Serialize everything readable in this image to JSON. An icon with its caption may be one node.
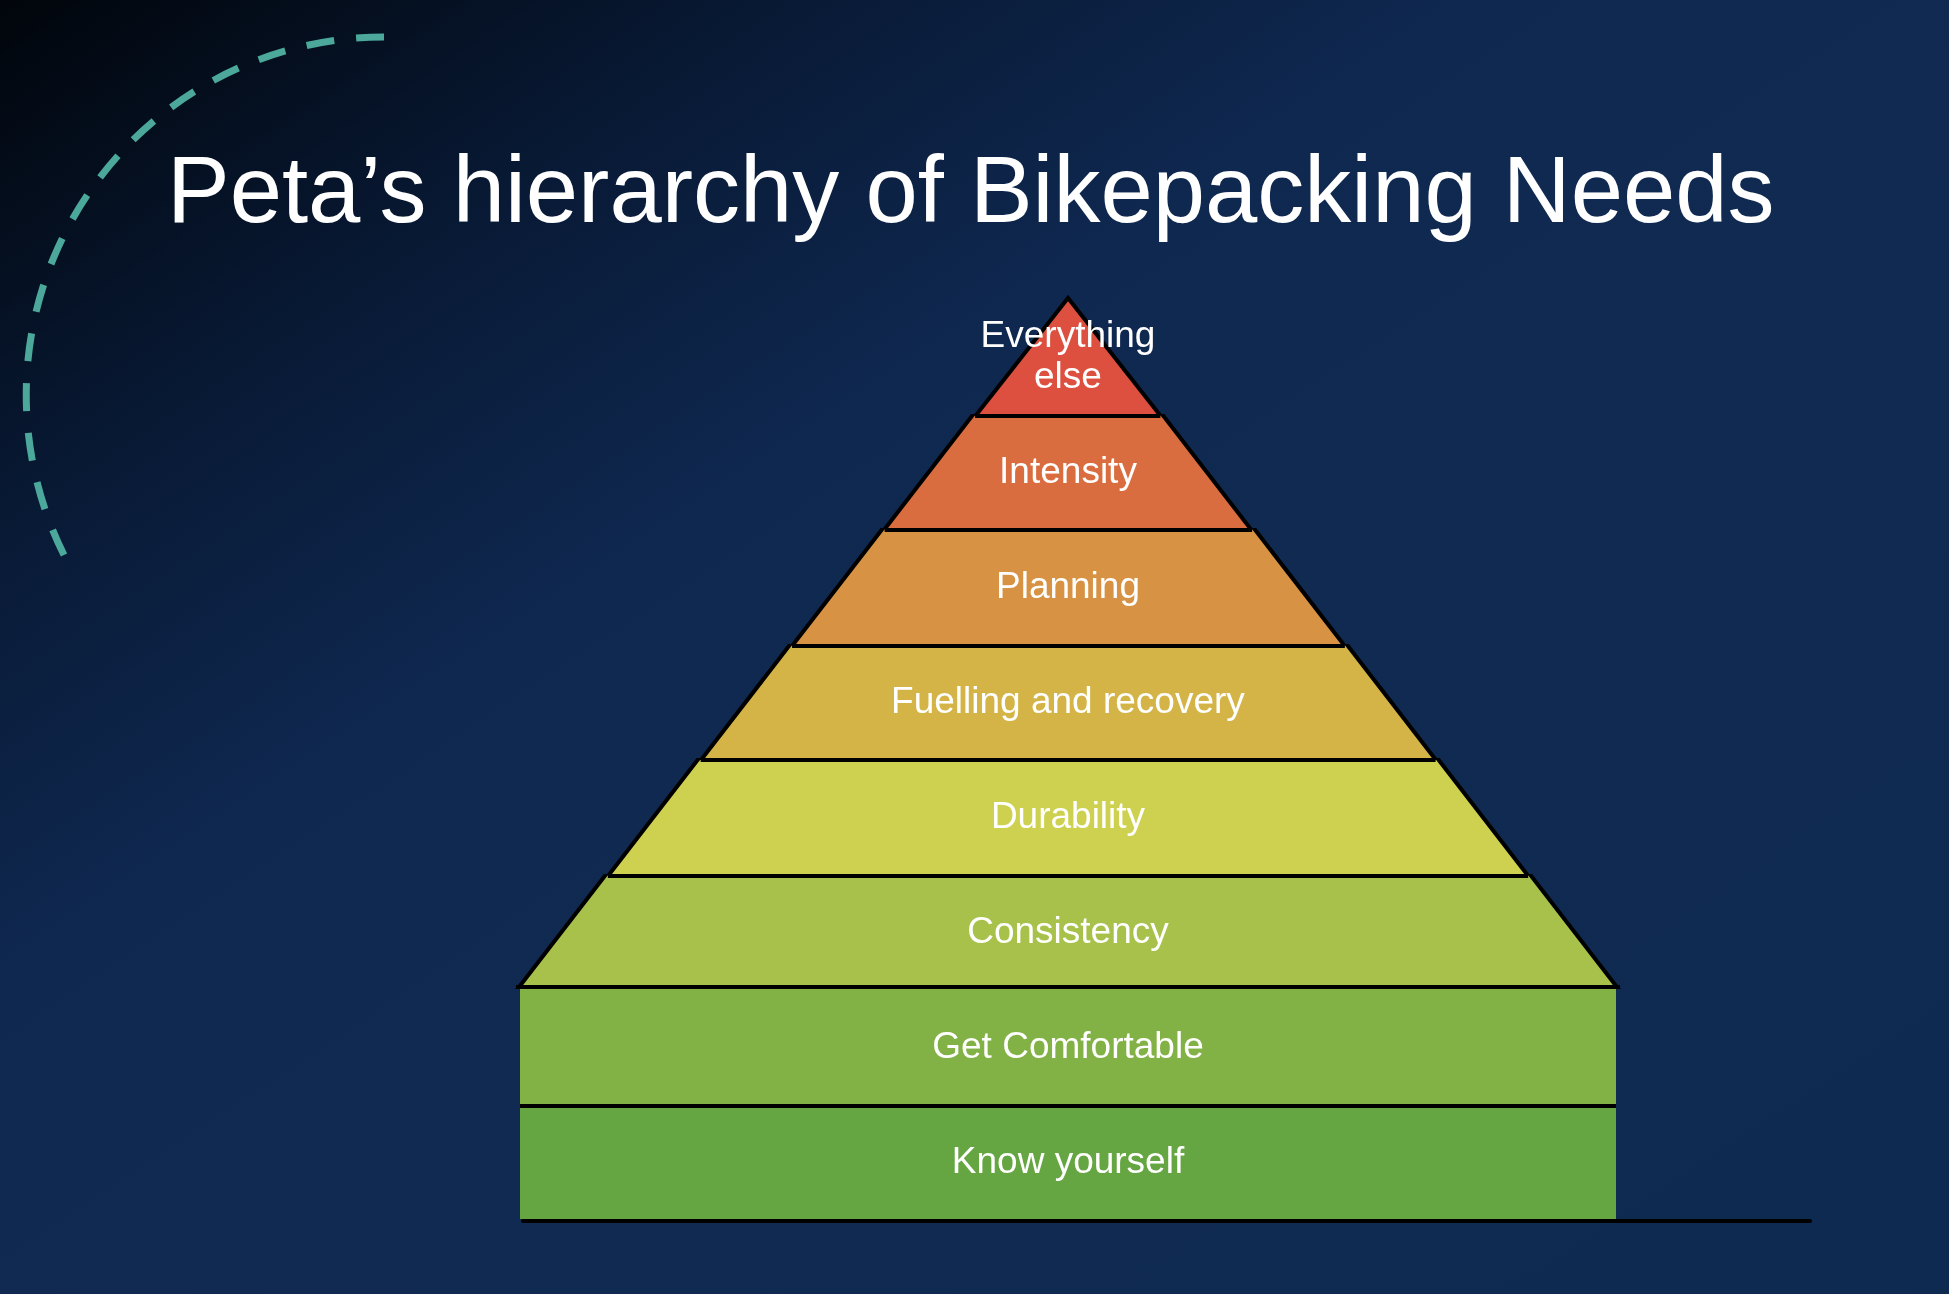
{
  "diagram": {
    "title": "Peta’s hierarchy of Bikepacking Needs",
    "nodes": [
      {
        "text": [
          "Everything else"
        ]
      },
      {
        "text": [
          "Intensity"
        ]
      },
      {
        "text": [
          "Planning"
        ]
      },
      {
        "text": [
          "Fuelling and recovery"
        ]
      },
      {
        "text": [
          "Durability"
        ]
      },
      {
        "text": [
          "Consistency"
        ]
      },
      {
        "text": [
          "Get Comfortable"
        ]
      },
      {
        "text": [
          "Know yourself"
        ]
      }
    ]
  }
}
